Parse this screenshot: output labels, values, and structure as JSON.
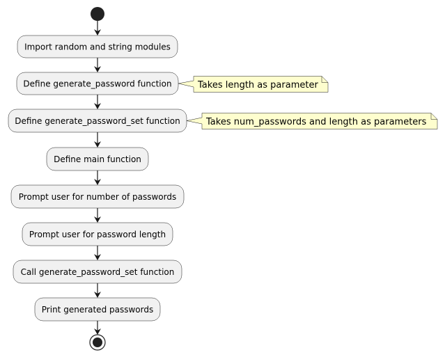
{
  "diagram": {
    "activities": [
      "Import random and string modules",
      "Define generate_password function",
      "Define generate_password_set function",
      "Define main function",
      "Prompt user for number of passwords",
      "Prompt user for password length",
      "Call generate_password_set function",
      "Print generated passwords"
    ],
    "notes": {
      "generate_password": "Takes length as parameter",
      "generate_password_set": "Takes num_passwords and length as parameters"
    }
  }
}
